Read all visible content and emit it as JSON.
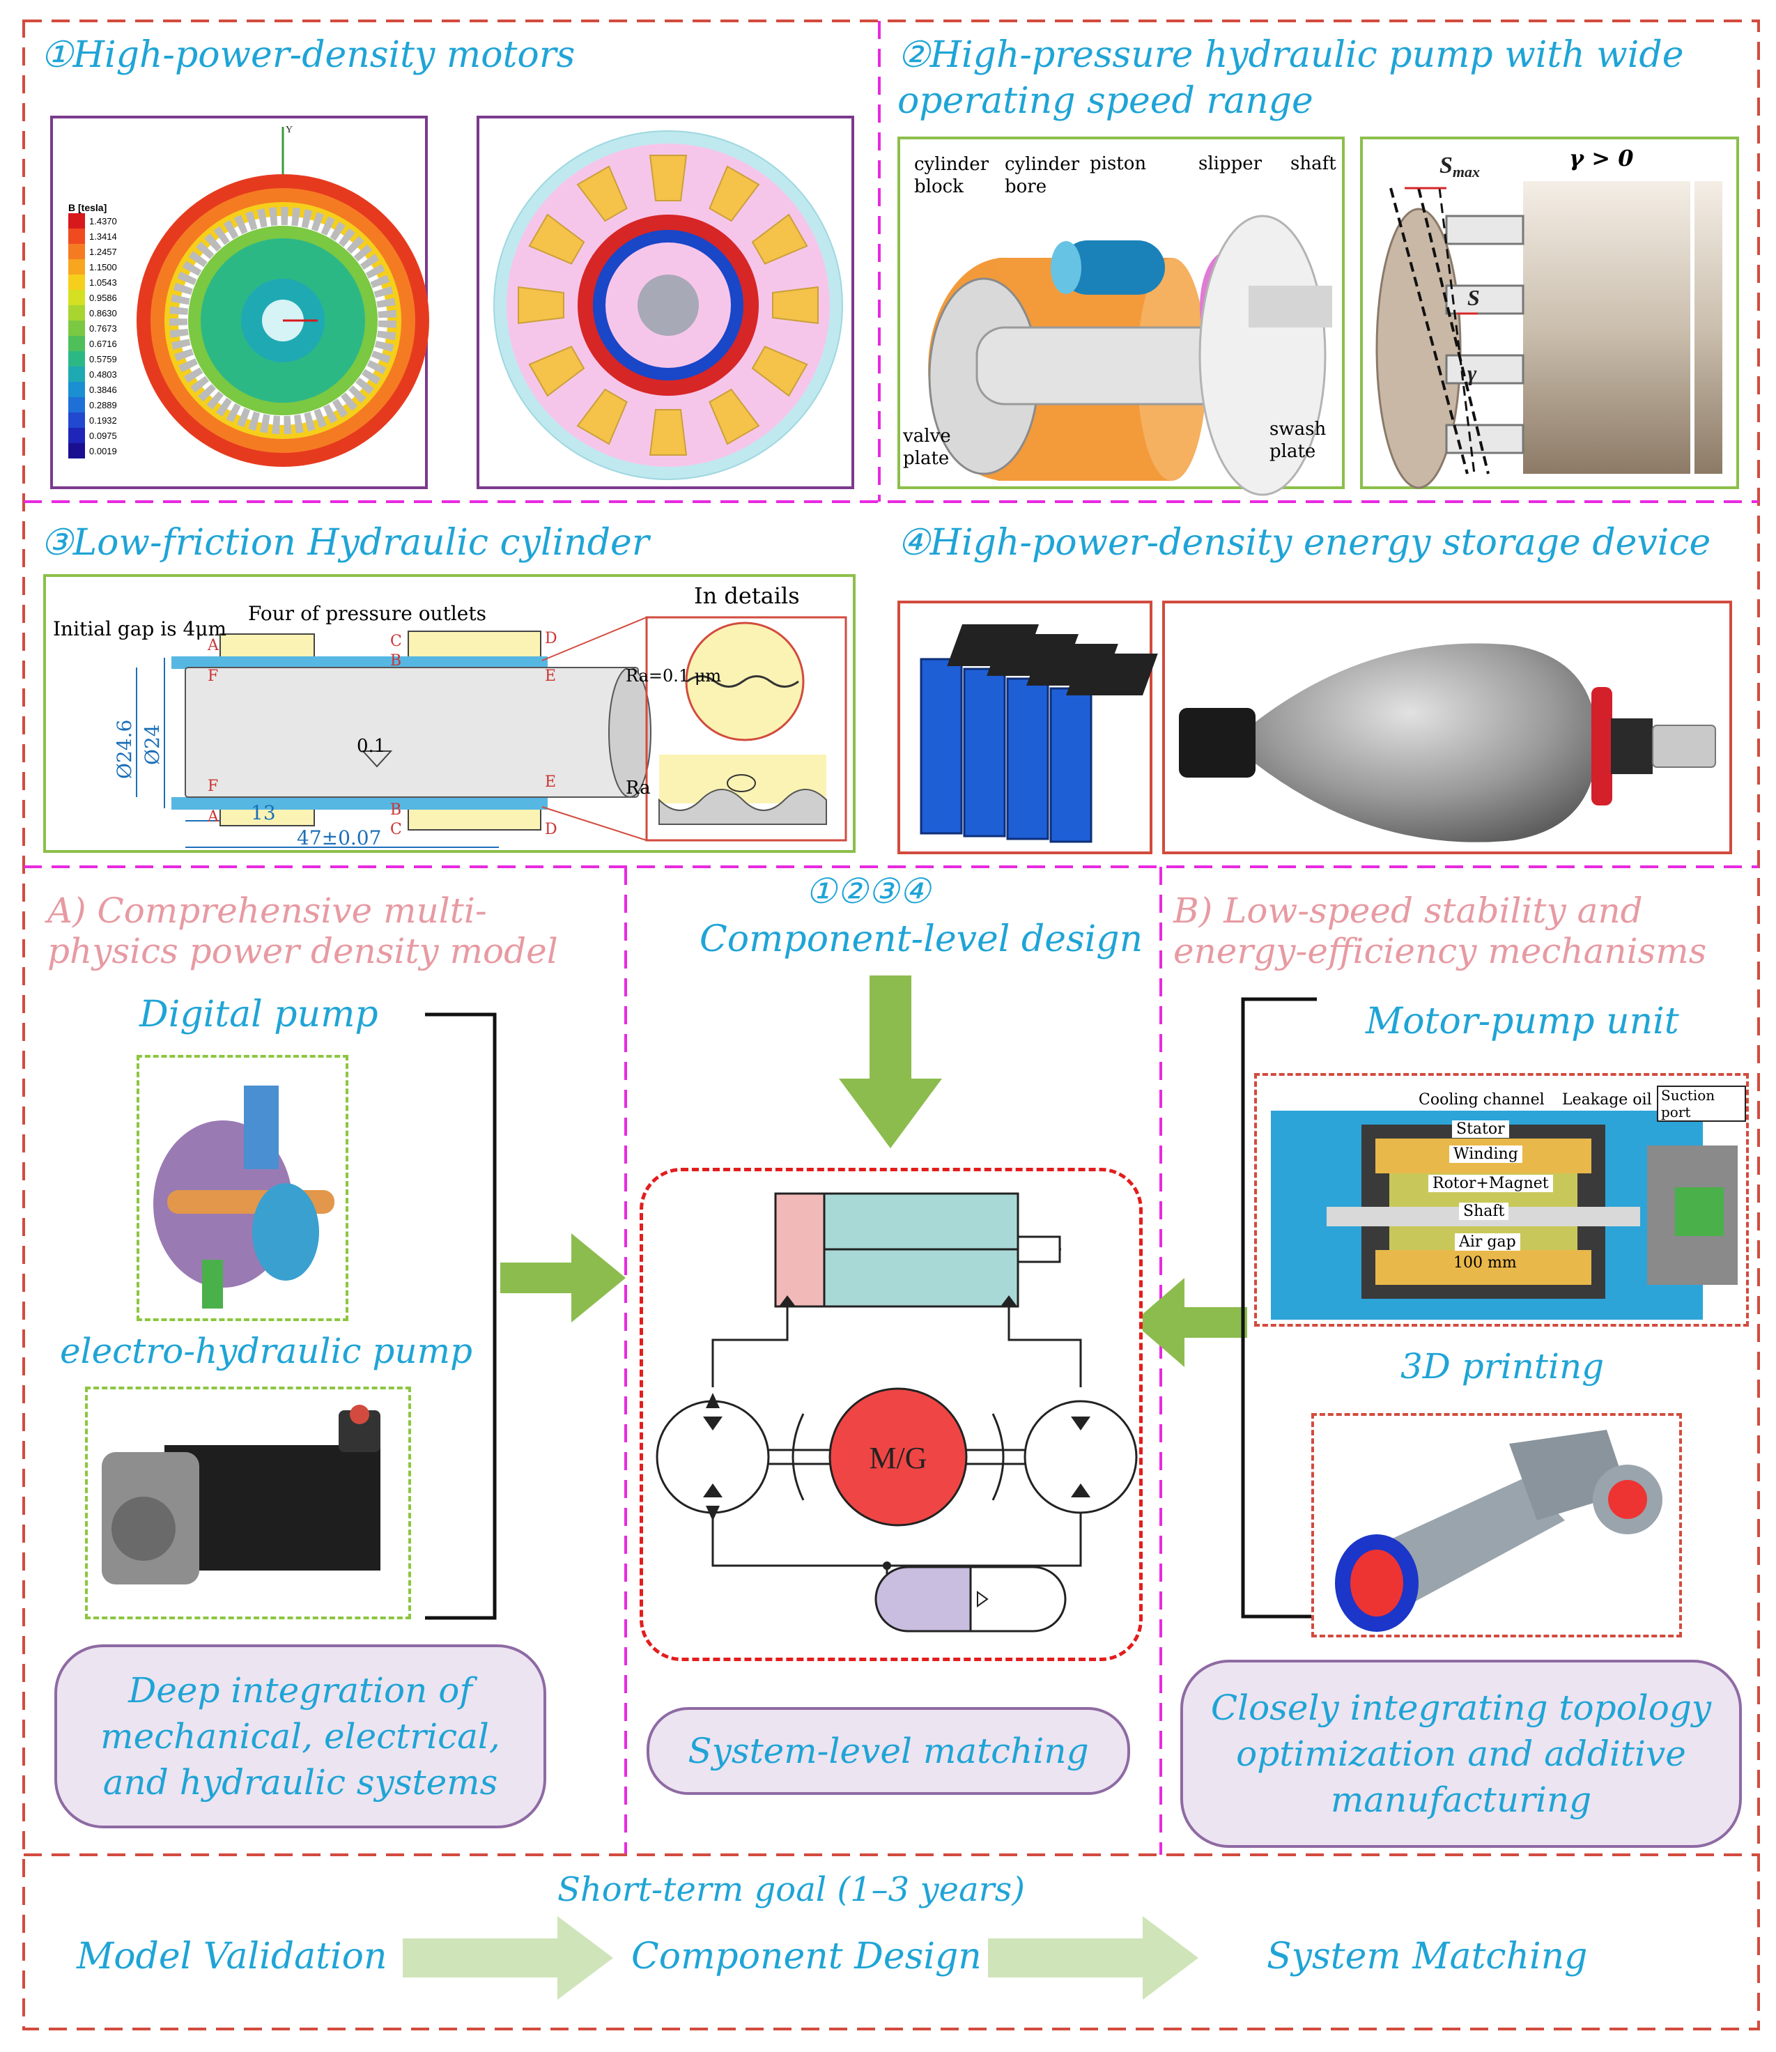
{
  "sections": {
    "s1": {
      "title": "①High-power-density motors"
    },
    "s2": {
      "title_l1": "②High-pressure hydraulic pump with wide",
      "title_l2": "operating speed range"
    },
    "s3": {
      "title": "③Low-friction Hydraulic cylinder"
    },
    "s4": {
      "title": "④High-power-density energy storage device"
    }
  },
  "motor_plot": {
    "legend_title": "B [tesla]",
    "legend_values": [
      "1.4370",
      "1.3414",
      "1.2457",
      "1.1500",
      "1.0543",
      "0.9586",
      "0.8630",
      "0.7673",
      "0.6716",
      "0.5759",
      "0.4803",
      "0.3846",
      "0.2889",
      "0.1932",
      "0.0975",
      "0.0019"
    ],
    "axis_y": "Y",
    "legend_colors": [
      "#d7191c",
      "#f04a20",
      "#f57b22",
      "#f8a51f",
      "#f5cf1b",
      "#d4e021",
      "#a8d530",
      "#7bc843",
      "#4fbf5a",
      "#2cb885",
      "#1fa9b3",
      "#1a8fd1",
      "#1e6fd6",
      "#2049d0",
      "#1f25b8",
      "#1a0f90"
    ]
  },
  "pump": {
    "labels": {
      "cylinder_block": "cylinder\nblock",
      "cylinder_bore": "cylinder\nbore",
      "piston": "piston",
      "slipper": "slipper",
      "shaft": "shaft",
      "valve_plate": "valve\nplate",
      "swash_plate": "swash\nplate"
    },
    "gamma_label": "γ > 0",
    "smax": "S",
    "smax_sub": "max",
    "s": "S",
    "gamma": "γ"
  },
  "cylinder": {
    "initial_gap": "Initial gap is 4μm",
    "outlets": "Four of pressure outlets",
    "in_details": "In details",
    "ra_value": "Ra=0.1 μm",
    "ra": "Ra",
    "dim_246": "Ø24.6",
    "dim_24": "Ø24",
    "dim_01": "0.1",
    "dim_13": "13",
    "dim_47": "47±0.07",
    "letters": {
      "A": "A",
      "B": "B",
      "C": "C",
      "D": "D",
      "E": "E",
      "F": "F"
    }
  },
  "middle": {
    "left_title": "A) Comprehensive multi-physics power density model",
    "center_nums": "①②③④",
    "center_title": "Component-level design",
    "right_title": "B) Low-speed stability and energy-efficiency mechanisms",
    "digital_pump": "Digital pump",
    "electro_pump": "electro-hydraulic pump",
    "motor_pump": "Motor-pump unit",
    "printing": "3D printing",
    "mg": "M/G",
    "motor_pump_labels": {
      "cooling": "Cooling channel",
      "leakage": "Leakage oil",
      "suction": "Suction port",
      "stator": "Stator",
      "winding": "Winding",
      "rotor": "Rotor+Magnet",
      "shaft": "Shaft",
      "airgap": "Air gap",
      "len": "100 mm"
    },
    "summary_left": "Deep integration of mechanical, electrical, and hydraulic systems",
    "summary_center": "System-level matching",
    "summary_right": "Closely integrating topology optimization and additive manufacturing"
  },
  "bottom": {
    "goal": "Short-term goal (1–3 years)",
    "step1": "Model Validation",
    "step2": "Component Design",
    "step3": "System Matching"
  },
  "colors": {
    "cyan_text": "#1fa4d6",
    "pink_text": "#e79aa2",
    "red_dash": "#d24b3e",
    "magenta_dash": "#e829e0",
    "arrow_green": "#8cbc4e",
    "arrow_light": "#cfe4b8",
    "mg_red": "#f04545"
  }
}
